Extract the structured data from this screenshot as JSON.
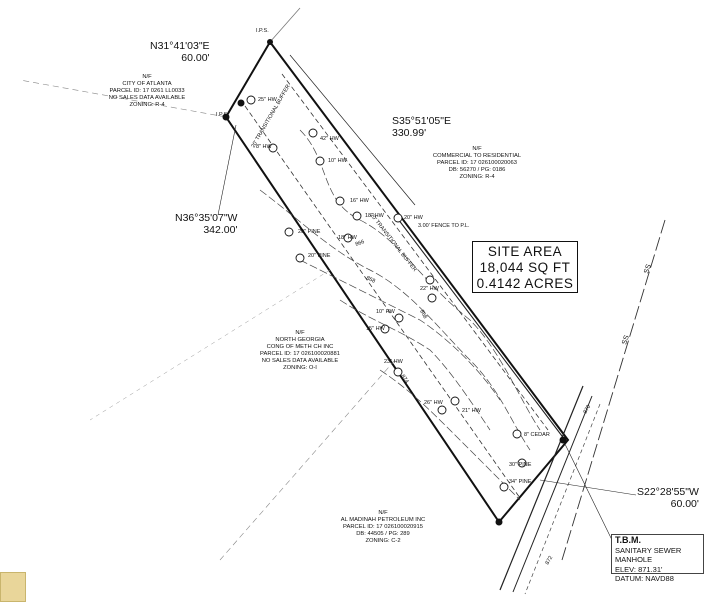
{
  "site_area": {
    "title": "SITE AREA",
    "sqft": "18,044 SQ FT",
    "acres": "0.4142 ACRES"
  },
  "bearings": {
    "top": {
      "bearing": "N31°41'03\"E",
      "distance": "60.00'"
    },
    "right": {
      "bearing": "S35°51'05\"E",
      "distance": "330.99'"
    },
    "left": {
      "bearing": "N36°35'07\"W",
      "distance": "342.00'"
    },
    "bottom": {
      "bearing": "S22°28'55\"W",
      "distance": "60.00'"
    }
  },
  "owners": {
    "atlanta": [
      "N/F",
      "CITY OF ATLANTA",
      "PARCEL ID: 17 0261 LL0033",
      "NO SALES DATA AVAILABLE",
      "ZONING: R-4"
    ],
    "commercial": [
      "N/F",
      "COMMERCIAL TO RESIDENTIAL",
      "PARCEL ID: 17 026100020063",
      "DB: 56270 / PG: 0186",
      "ZONING: R-4"
    ],
    "georgia": [
      "N/F",
      "NORTH GEORGIA",
      "CONG OF METH CH INC",
      "PARCEL ID: 17 026100020881",
      "NO SALES DATA AVAILABLE",
      "ZONING: O-I"
    ],
    "madinah": [
      "N/F",
      "AL MADINAH PETROLEUM INC",
      "PARCEL ID: 17 026100020915",
      "DB: 44505 / PG: 289",
      "ZONING: C-2"
    ]
  },
  "tbm": {
    "title": "T.B.M.",
    "desc": "SANITARY SEWER MANHOLE",
    "elev": "ELEV: 871.31'",
    "datum": "DATUM: NAVD88"
  },
  "buffer_labels": [
    "20' TRANSITIONAL BUFFER",
    "20' TRANSITIONAL BUFFER"
  ],
  "contours": [
    "866",
    "868",
    "868",
    "874",
    "870",
    "872"
  ],
  "trees": [
    "25\" HW",
    "8\" HW",
    "42\" HW",
    "10\" HW",
    "16\" HW",
    "18\" HW",
    "20\" HW",
    "20\" PINE",
    "20\" PINE",
    "18\" HW",
    "22\" HW",
    "10\" HW",
    "15\" HW",
    "23\" HW",
    "26\" HW",
    "21\" HW",
    "30\" PINE",
    "34\" PINE",
    "8\" CEDAR"
  ],
  "misc_labels": {
    "ip": "I.P.S.",
    "fence": "3.00' FENCE TO P.L.",
    "ss": "SS"
  }
}
